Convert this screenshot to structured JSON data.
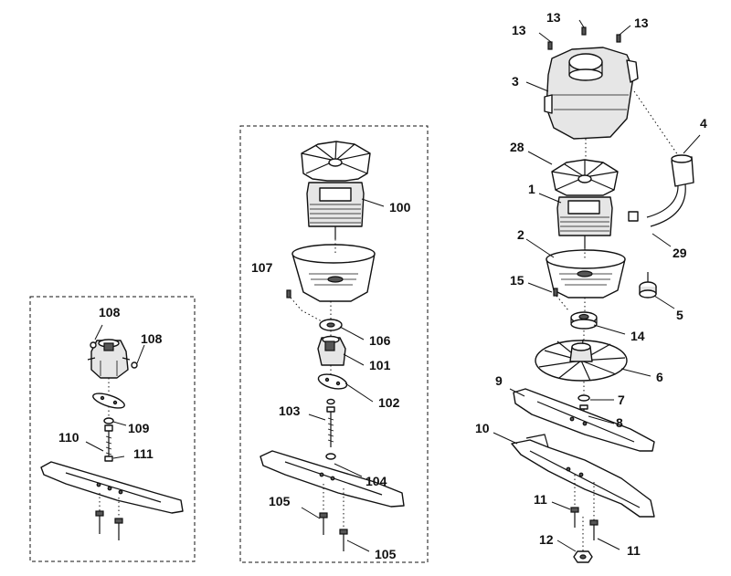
{
  "callouts": {
    "c1": "1",
    "c2": "2",
    "c3": "3",
    "c4": "4",
    "c5": "5",
    "c6": "6",
    "c7": "7",
    "c8": "8",
    "c9": "9",
    "c10": "10",
    "c11": "11",
    "c12": "12",
    "c13": "13",
    "c14": "14",
    "c15": "15",
    "c28": "28",
    "c29": "29",
    "c100": "100",
    "c101": "101",
    "c102": "102",
    "c103": "103",
    "c104": "104",
    "c105": "105",
    "c106": "106",
    "c107": "107",
    "c108": "108",
    "c109": "109",
    "c110": "110",
    "c111": "111"
  }
}
